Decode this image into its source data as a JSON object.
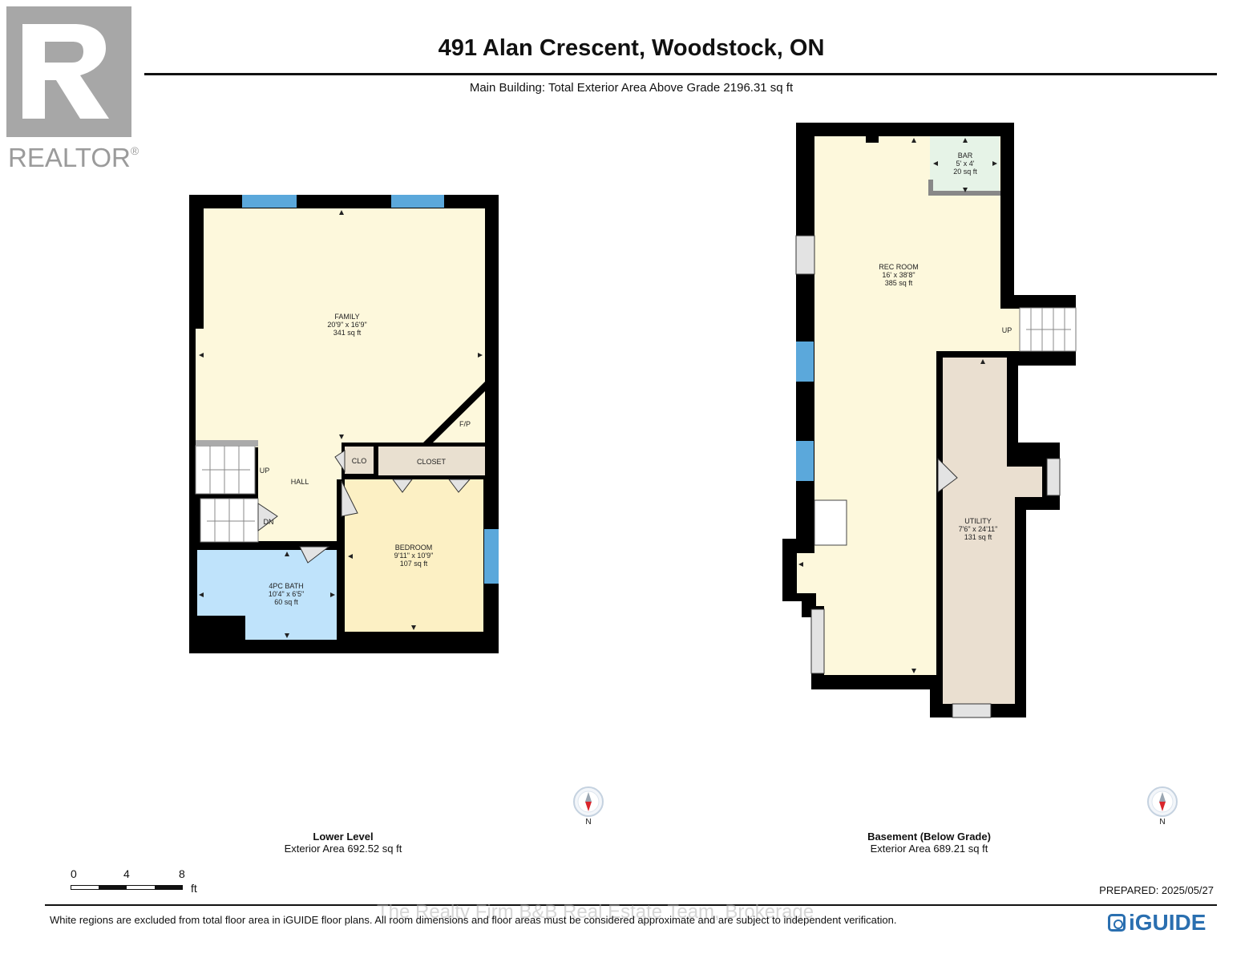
{
  "header": {
    "logo_text": "REALTOR",
    "logo_reg": "®",
    "title": "491 Alan Crescent, Woodstock, ON",
    "subtitle": "Main Building: Total Exterior Area Above Grade 2196.31 sq ft"
  },
  "lower_level": {
    "name": "Lower Level",
    "area": "Exterior Area 692.52 sq ft",
    "rooms": {
      "family": {
        "name": "FAMILY",
        "dims": "20'9\" x 16'9\"",
        "area": "341 sq ft"
      },
      "bedroom": {
        "name": "BEDROOM",
        "dims": "9'11\" x 10'9\"",
        "area": "107 sq ft"
      },
      "bath": {
        "name": "4PC BATH",
        "dims": "10'4\" x 6'5\"",
        "area": "60 sq ft"
      },
      "hall": "HALL",
      "clo": "CLO",
      "closet": "CLOSET",
      "fp": "F/P",
      "up": "UP",
      "dn": "DN"
    },
    "compass_label": "N"
  },
  "basement": {
    "name": "Basement (Below Grade)",
    "area": "Exterior Area 689.21 sq ft",
    "rooms": {
      "rec": {
        "name": "REC ROOM",
        "dims": "16' x 38'8\"",
        "area": "385 sq ft"
      },
      "bar": {
        "name": "BAR",
        "dims": "5' x 4'",
        "area": "20 sq ft"
      },
      "utility": {
        "name": "UTILITY",
        "dims": "7'6\" x 24'11\"",
        "area": "131 sq ft"
      },
      "up": "UP"
    },
    "compass_label": "N"
  },
  "scale": {
    "ticks": [
      "0",
      "4",
      "8"
    ],
    "unit": "ft"
  },
  "footer": {
    "prepared": "PREPARED: 2025/05/27",
    "disclaimer": "White regions are excluded from total floor area in iGUIDE floor plans. All room dimensions and floor areas must be considered approximate and are subject to independent verification.",
    "brokerage": "The Realty Firm B&B Real Estate Team, Brokerage",
    "brand": "iGUIDE"
  },
  "colors": {
    "wall": "#000000",
    "family": "#fdf8dc",
    "bedroom": "#fcf0c4",
    "bath": "#bfe3fb",
    "closet": "#e9e0d0",
    "bar": "#e6f3e7",
    "utility": "#eadfd0",
    "window": "#5ba8db",
    "stairs": "#ffffff"
  }
}
